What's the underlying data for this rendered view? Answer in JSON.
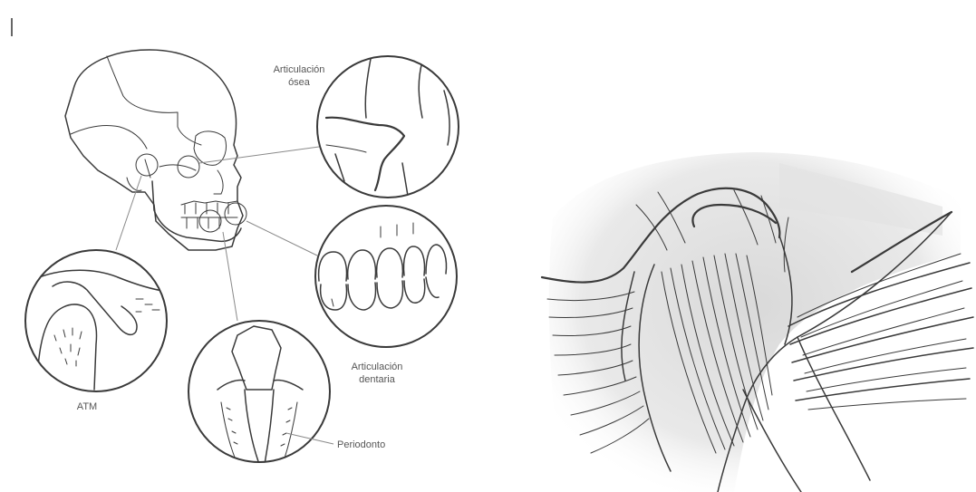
{
  "labels": {
    "bone_joint_line1": "Articulación",
    "bone_joint_line2": "ósea",
    "dental_joint_line1": "Articulación",
    "dental_joint_line2": "dentaria",
    "tmj": "ATM",
    "periodontium": "Periodonto"
  },
  "colors": {
    "ink": "#3a3a3a",
    "leader": "#8a8a8a",
    "shade": "#e6e6e6",
    "label": "#555555"
  }
}
